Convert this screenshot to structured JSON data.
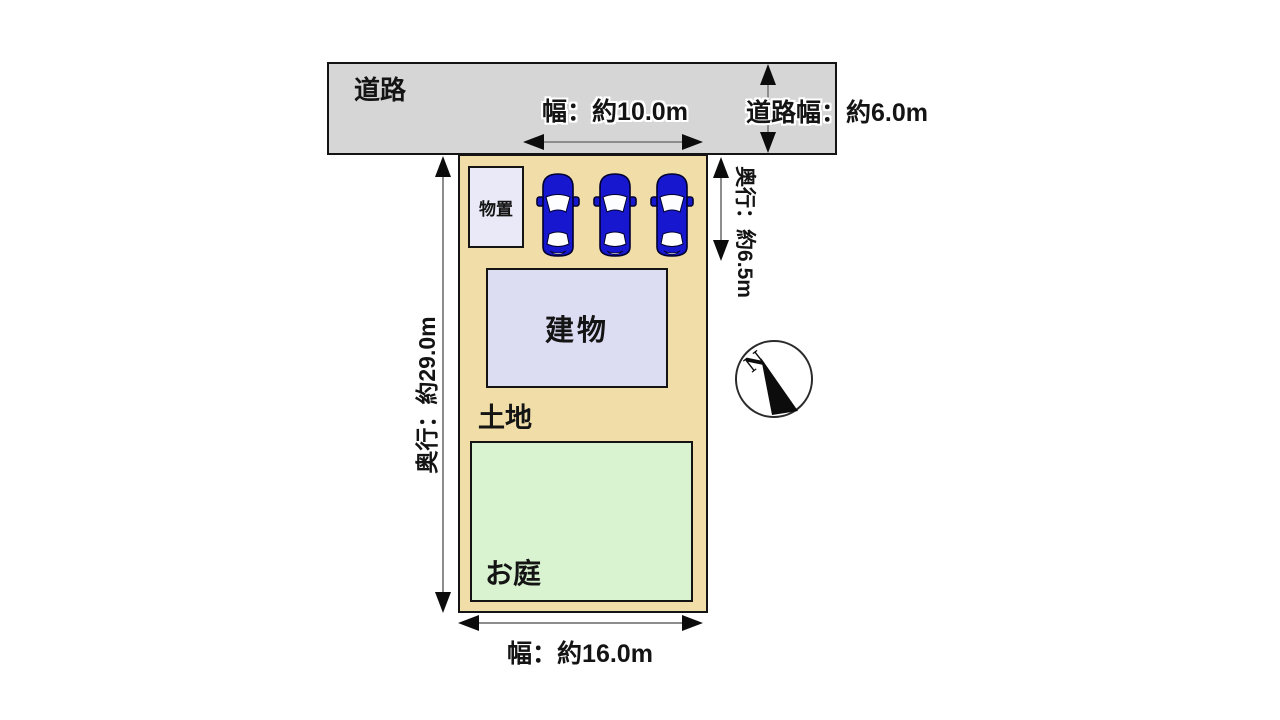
{
  "diagram": {
    "road": {
      "label": "道路",
      "width_label": "道路幅：約6.0m"
    },
    "lot": {
      "label": "土地",
      "frontage_label": "幅：約10.0m",
      "width_label": "幅：約16.0m",
      "depth_label": "奥行：約29.0m",
      "parking_depth_label": "奥行：約6.5m",
      "shed_label": "物置",
      "building_label": "建物",
      "garden_label": "お庭",
      "car_count": 3
    },
    "compass": {
      "north_label": "N"
    },
    "colors": {
      "road_fill": "#d6d6d6",
      "lot_fill": "#f1dda8",
      "shed_fill": "#e9e9f8",
      "building_fill": "#dcdcf3",
      "garden_fill": "#d9f3d1",
      "car_body": "#1717d0",
      "outline": "#141414"
    }
  }
}
